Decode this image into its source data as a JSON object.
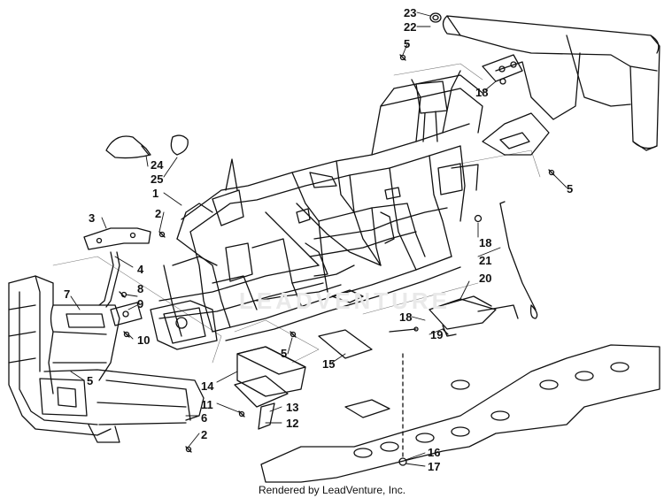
{
  "diagram": {
    "credit": "Rendered by LeadVenture, Inc.",
    "watermark": "LEADVENTURE",
    "callouts": [
      {
        "id": "c23",
        "label": "23"
      },
      {
        "id": "c22",
        "label": "22"
      },
      {
        "id": "c5a",
        "label": "5"
      },
      {
        "id": "c18a",
        "label": "18"
      },
      {
        "id": "c5b",
        "label": "5"
      },
      {
        "id": "c24",
        "label": "24"
      },
      {
        "id": "c25",
        "label": "25"
      },
      {
        "id": "c1",
        "label": "1"
      },
      {
        "id": "c2a",
        "label": "2"
      },
      {
        "id": "c3",
        "label": "3"
      },
      {
        "id": "c4",
        "label": "4"
      },
      {
        "id": "c18b",
        "label": "18"
      },
      {
        "id": "c21",
        "label": "21"
      },
      {
        "id": "c20",
        "label": "20"
      },
      {
        "id": "c7",
        "label": "7"
      },
      {
        "id": "c8",
        "label": "8"
      },
      {
        "id": "c9",
        "label": "9"
      },
      {
        "id": "c10",
        "label": "10"
      },
      {
        "id": "c18c",
        "label": "18"
      },
      {
        "id": "c19",
        "label": "19"
      },
      {
        "id": "c5c",
        "label": "5"
      },
      {
        "id": "c15",
        "label": "15"
      },
      {
        "id": "c5d",
        "label": "5"
      },
      {
        "id": "c14",
        "label": "14"
      },
      {
        "id": "c11",
        "label": "11"
      },
      {
        "id": "c13",
        "label": "13"
      },
      {
        "id": "c12",
        "label": "12"
      },
      {
        "id": "c6",
        "label": "6"
      },
      {
        "id": "c2b",
        "label": "2"
      },
      {
        "id": "c16",
        "label": "16"
      },
      {
        "id": "c17",
        "label": "17"
      }
    ]
  }
}
